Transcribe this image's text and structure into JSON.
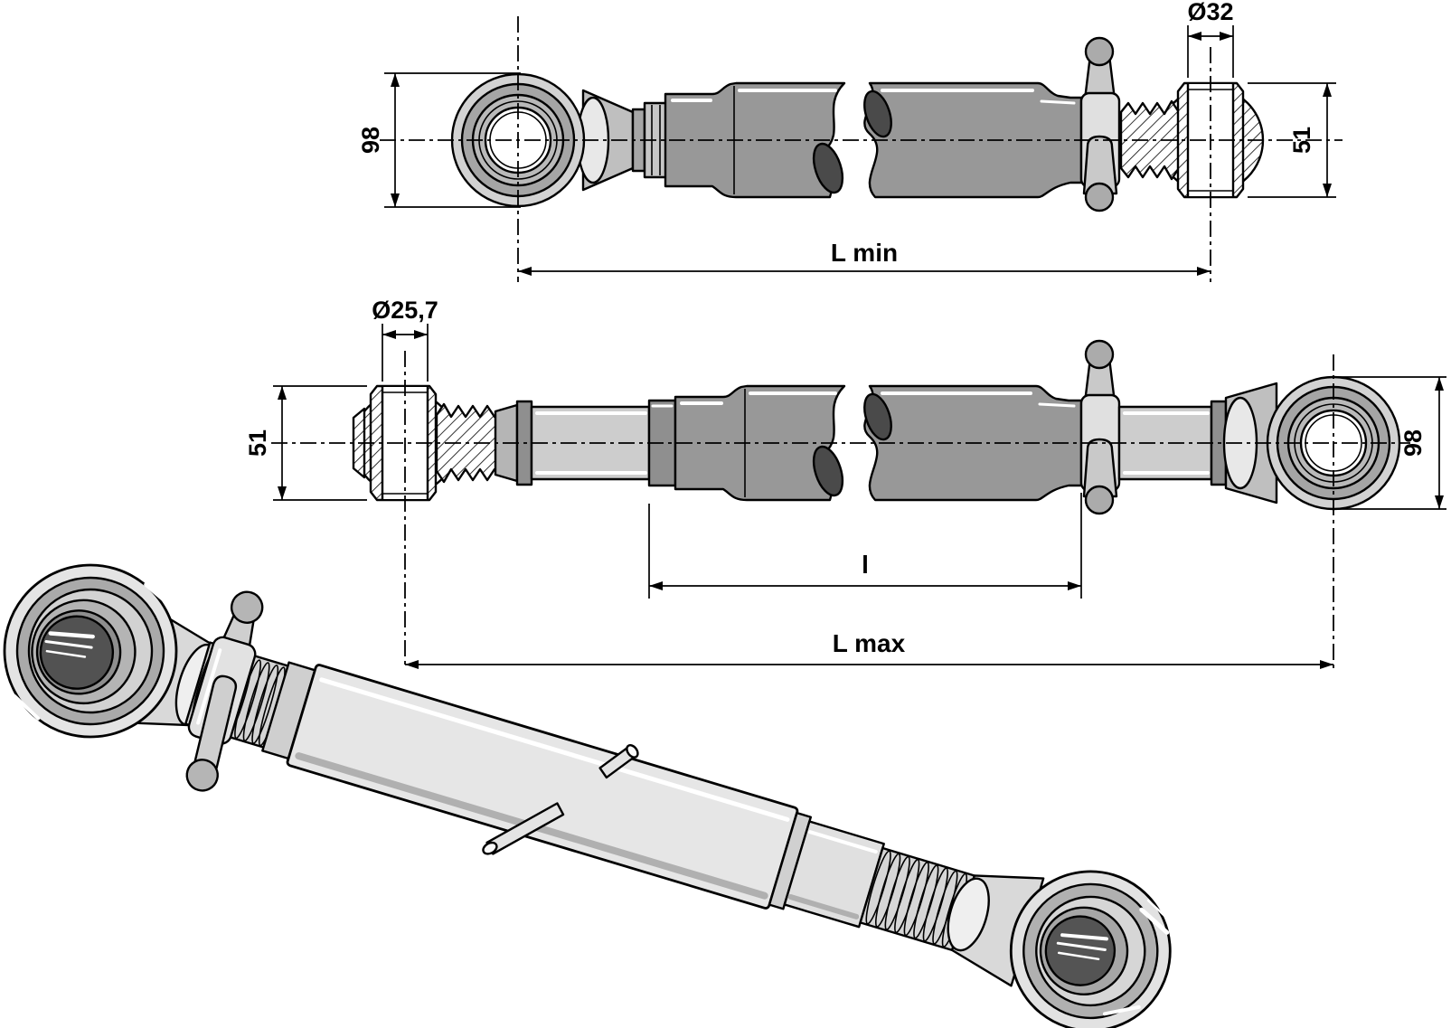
{
  "drawing": {
    "subject": "three-point hitch top link (turnbuckle) technical drawing, three views",
    "labels": {
      "top_view": {
        "bore_diameter": "Ø32",
        "eye_height": "98",
        "bush_height": "51",
        "overall_length": "L min"
      },
      "middle_view": {
        "bore_diameter": "Ø25,7",
        "bush_height": "51",
        "eye_height": "98",
        "tube_length": "l",
        "overall_length": "L max"
      }
    },
    "colors": {
      "outline": "#000000",
      "tube_gray": "#989898",
      "rod_gray": "#cdcdcd",
      "eye_body": "#d2d2d2",
      "eye_ring": "#a5a5a5",
      "ball_gray": "#b9b9b9",
      "handle_hub": "#e0e0e0",
      "knob_gray": "#ababab",
      "collar_gray": "#8f8f8f",
      "break_core": "#4a4a4a",
      "render_body": "#e6e6e6",
      "render_shadow": "#b0b0b0",
      "render_bore": "#525252",
      "background": "#ffffff"
    }
  }
}
